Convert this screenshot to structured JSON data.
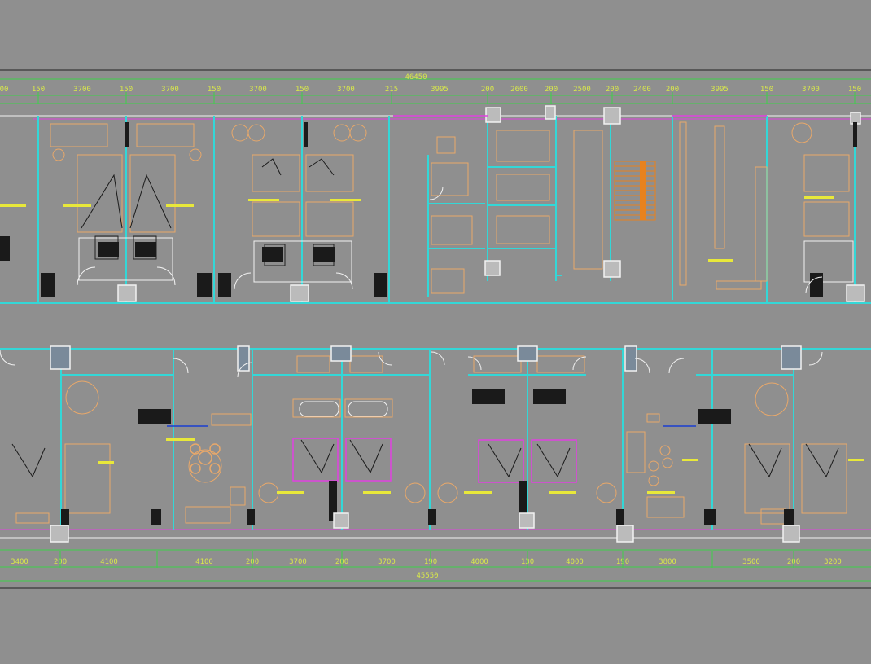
{
  "colors": {
    "background": "#8f8f8f",
    "dimension": "#d8e84a",
    "dimension_line": "#3cd04a",
    "wall": "#33d7d7",
    "furniture": "#e8a86a",
    "accent": "#e040e0",
    "white": "#f2f2f2",
    "window": "#1a3fd0",
    "stair": "#e8821e",
    "dark": "#1a1a1a",
    "label": "#e8e83a"
  },
  "top_plan": {
    "overall_dimension": "46450",
    "dimensions": [
      "00",
      "150",
      "3700",
      "150",
      "3700",
      "150",
      "3700",
      "150",
      "3700",
      "215",
      "3995",
      "200",
      "2600",
      "200",
      "2500",
      "200",
      "2400",
      "200",
      "3995",
      "150",
      "3700",
      "150"
    ]
  },
  "bottom_plan": {
    "overall_dimension": "45550",
    "dimensions": [
      "3400",
      "200",
      "4100",
      "4100",
      "200",
      "3700",
      "200",
      "3700",
      "190",
      "4000",
      "130",
      "4000",
      "190",
      "3800",
      "3500",
      "200",
      "3200"
    ]
  }
}
